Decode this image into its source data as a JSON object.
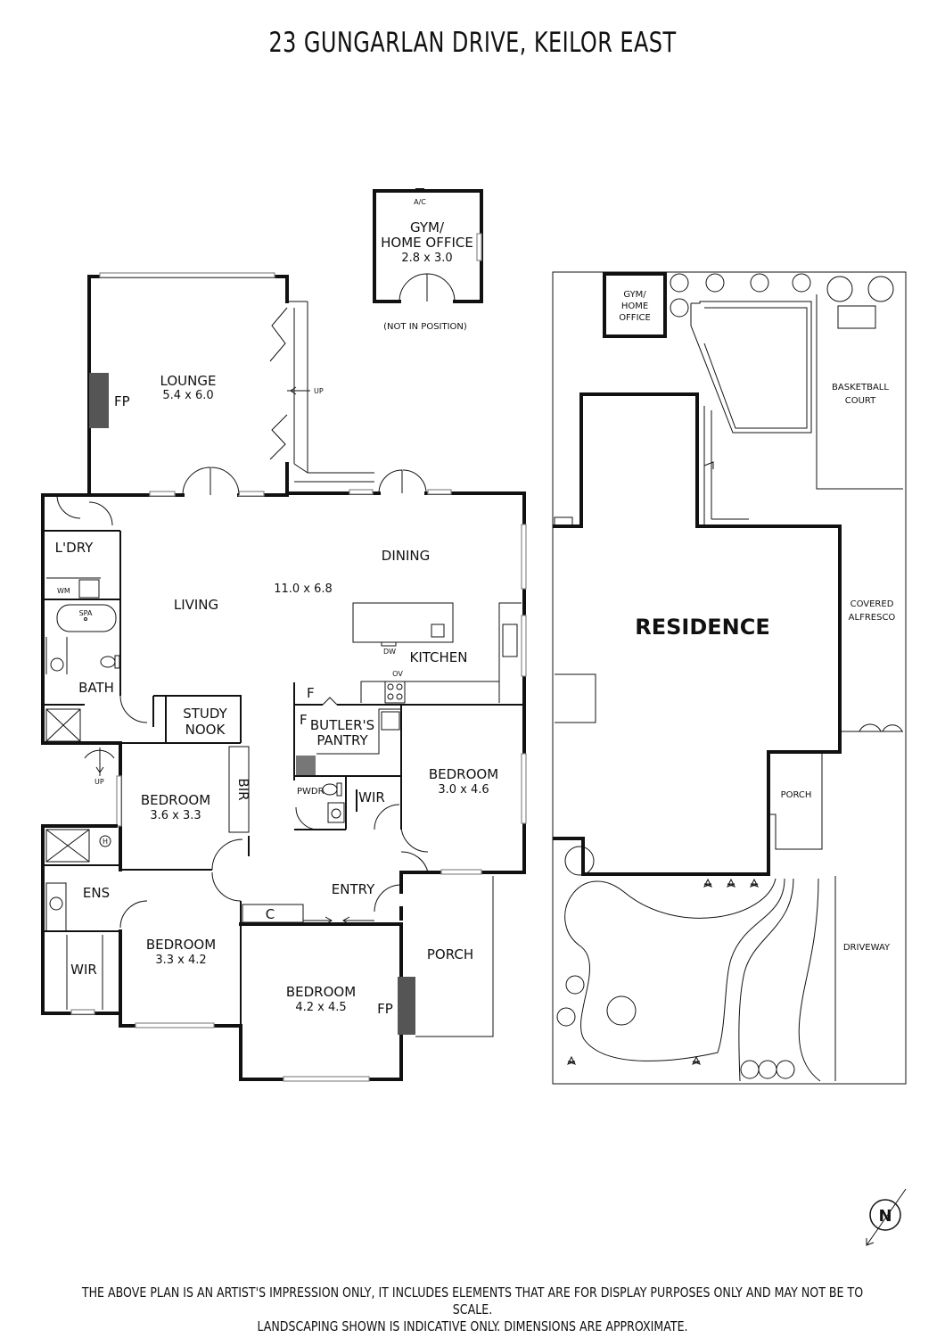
{
  "title": "23 GUNGARLAN DRIVE, KEILOR EAST",
  "disclaimer": {
    "line1": "THE ABOVE PLAN IS AN ARTIST'S IMPRESSION ONLY, IT INCLUDES ELEMENTS THAT ARE FOR DISPLAY PURPOSES ONLY AND MAY NOT BE TO SCALE.",
    "line2": "LANDSCAPING SHOWN IS INDICATIVE ONLY. DIMENSIONS ARE APPROXIMATE."
  },
  "rooms": {
    "gym": {
      "name_line1": "GYM/",
      "name_line2": "HOME OFFICE",
      "dims": "2.8 x 3.0",
      "ac": "A/C",
      "note": "(NOT IN POSITION)"
    },
    "lounge": {
      "name": "LOUNGE",
      "dims": "5.4 x 6.0",
      "fp": "FP",
      "up": "UP"
    },
    "laundry": {
      "name": "L'DRY",
      "wm": "WM"
    },
    "living": {
      "name": "LIVING"
    },
    "dining": {
      "name": "DINING"
    },
    "open_plan_dims": "11.0 x 6.8",
    "kitchen": {
      "name": "KITCHEN",
      "dw": "DW",
      "ov": "OV"
    },
    "bath": {
      "name": "BATH",
      "spa": "SPA",
      "up": "UP"
    },
    "study": {
      "name_line1": "STUDY",
      "name_line2": "NOOK"
    },
    "butlers_pantry": {
      "name_line1": "BUTLER'S",
      "name_line2": "PANTRY",
      "f1": "F",
      "f2": "F"
    },
    "powder": {
      "name": "PWDR"
    },
    "wir1": {
      "name": "WIR"
    },
    "bedroom1": {
      "name": "BEDROOM",
      "dims": "3.6 x 3.3",
      "bir": "BIR"
    },
    "bedroom2": {
      "name": "BEDROOM",
      "dims": "3.0 x 4.6"
    },
    "ensuite": {
      "name": "ENS",
      "h": "H"
    },
    "wir2": {
      "name": "WIR"
    },
    "bedroom3": {
      "name": "BEDROOM",
      "dims": "3.3 x 4.2"
    },
    "entry": {
      "name": "ENTRY",
      "c": "C"
    },
    "bedroom4": {
      "name": "BEDROOM",
      "dims": "4.2 x 4.5",
      "fp": "FP"
    },
    "porch": {
      "name": "PORCH"
    }
  },
  "site": {
    "gym_line1": "GYM/",
    "gym_line2": "HOME",
    "gym_line3": "OFFICE",
    "basketball_line1": "BASKETBALL",
    "basketball_line2": "COURT",
    "residence": "RESIDENCE",
    "alfresco_line1": "COVERED",
    "alfresco_line2": "ALFRESCO",
    "porch": "PORCH",
    "driveway": "DRIVEWAY"
  },
  "compass": {
    "letter": "N"
  },
  "colors": {
    "wall": "#111111",
    "window": "#888888",
    "fireplace": "#555555"
  }
}
